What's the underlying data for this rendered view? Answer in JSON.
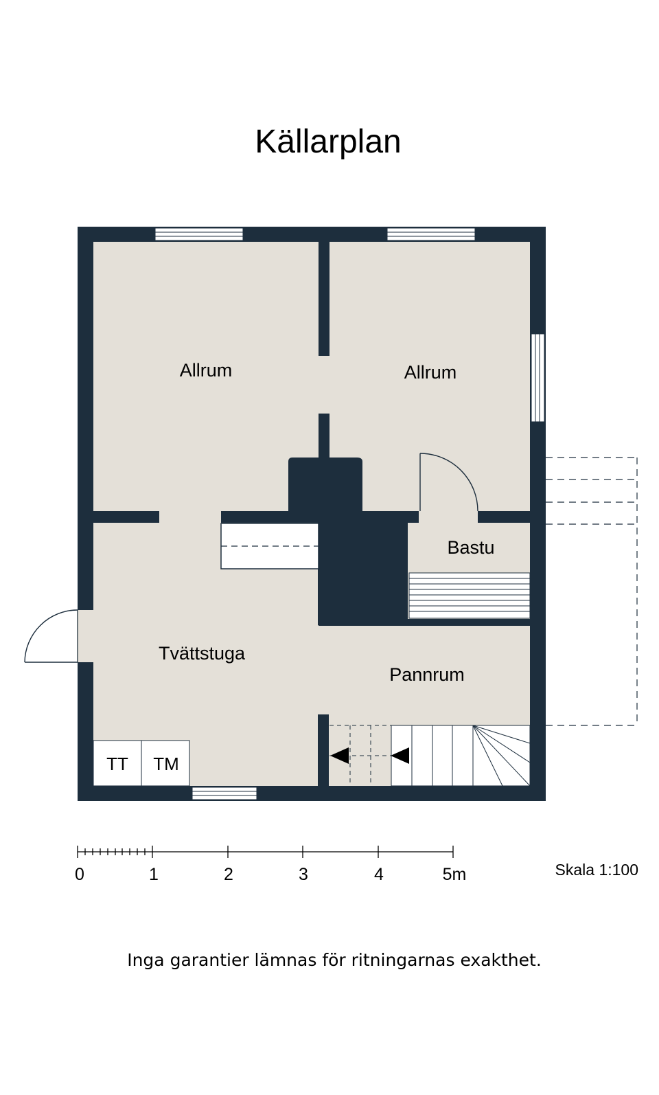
{
  "plan": {
    "title": "Källarplan",
    "rooms": {
      "allrum_left": "Allrum",
      "allrum_right": "Allrum",
      "bastu": "Bastu",
      "tvattstuga": "Tvättstuga",
      "pannrum": "Pannrum"
    },
    "appliances": {
      "tt": "TT",
      "tm": "TM"
    },
    "scale_bar": {
      "ticks": [
        "0",
        "1",
        "2",
        "3",
        "4",
        "5m"
      ],
      "scale_text": "Skala 1:100"
    },
    "disclaimer": "Inga garantier lämnas för ritningarnas exakthet."
  },
  "colors": {
    "wall": "#1d2e3d",
    "floor": "#e4e0d8",
    "background": "#ffffff"
  }
}
